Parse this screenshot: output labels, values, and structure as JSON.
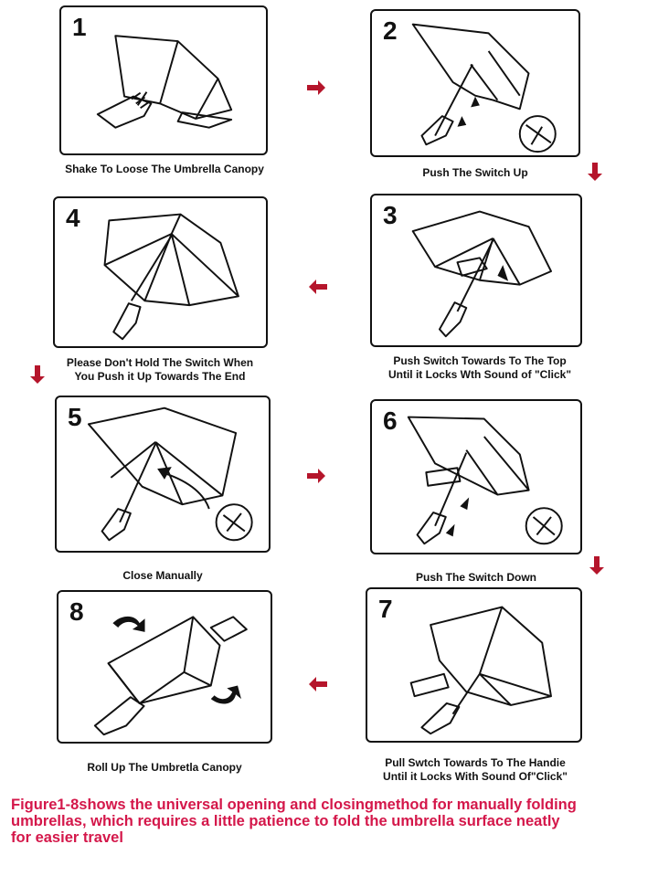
{
  "steps": [
    {
      "number": "1",
      "caption": [
        "Shake To Loose The Umbrella Canopy"
      ]
    },
    {
      "number": "2",
      "caption": [
        "Push The Switch Up"
      ]
    },
    {
      "number": "3",
      "caption": [
        "Push Switch Towards To The Top",
        "Until it Locks Wth Sound of \"Click\""
      ]
    },
    {
      "number": "4",
      "caption": [
        "Please Don't Hold The Switch When",
        "You Push it Up Towards The End"
      ]
    },
    {
      "number": "5",
      "caption": [
        "Close Manually"
      ]
    },
    {
      "number": "6",
      "caption": [
        "Push The Switch Down"
      ]
    },
    {
      "number": "7",
      "caption": [
        "Pull Swtch Towards To The Handie",
        "Until it Locks With Sound Of\"Click\""
      ]
    },
    {
      "number": "8",
      "caption": [
        "Roll Up The Umbretla Canopy"
      ]
    }
  ],
  "footer": {
    "lines": [
      "Figure1-8shows the universal opening and closingmethod for manually folding",
      "umbrellas, which requires a little patience to fold the umbrella surface neatly",
      "for easier travel"
    ]
  },
  "colors": {
    "arrow": "#b5152b",
    "footer_text": "#d4174a",
    "line": "#111111"
  },
  "icons": {
    "flow_arrow": "arrow-icon",
    "illustration": "umbrella-hand-icon"
  }
}
